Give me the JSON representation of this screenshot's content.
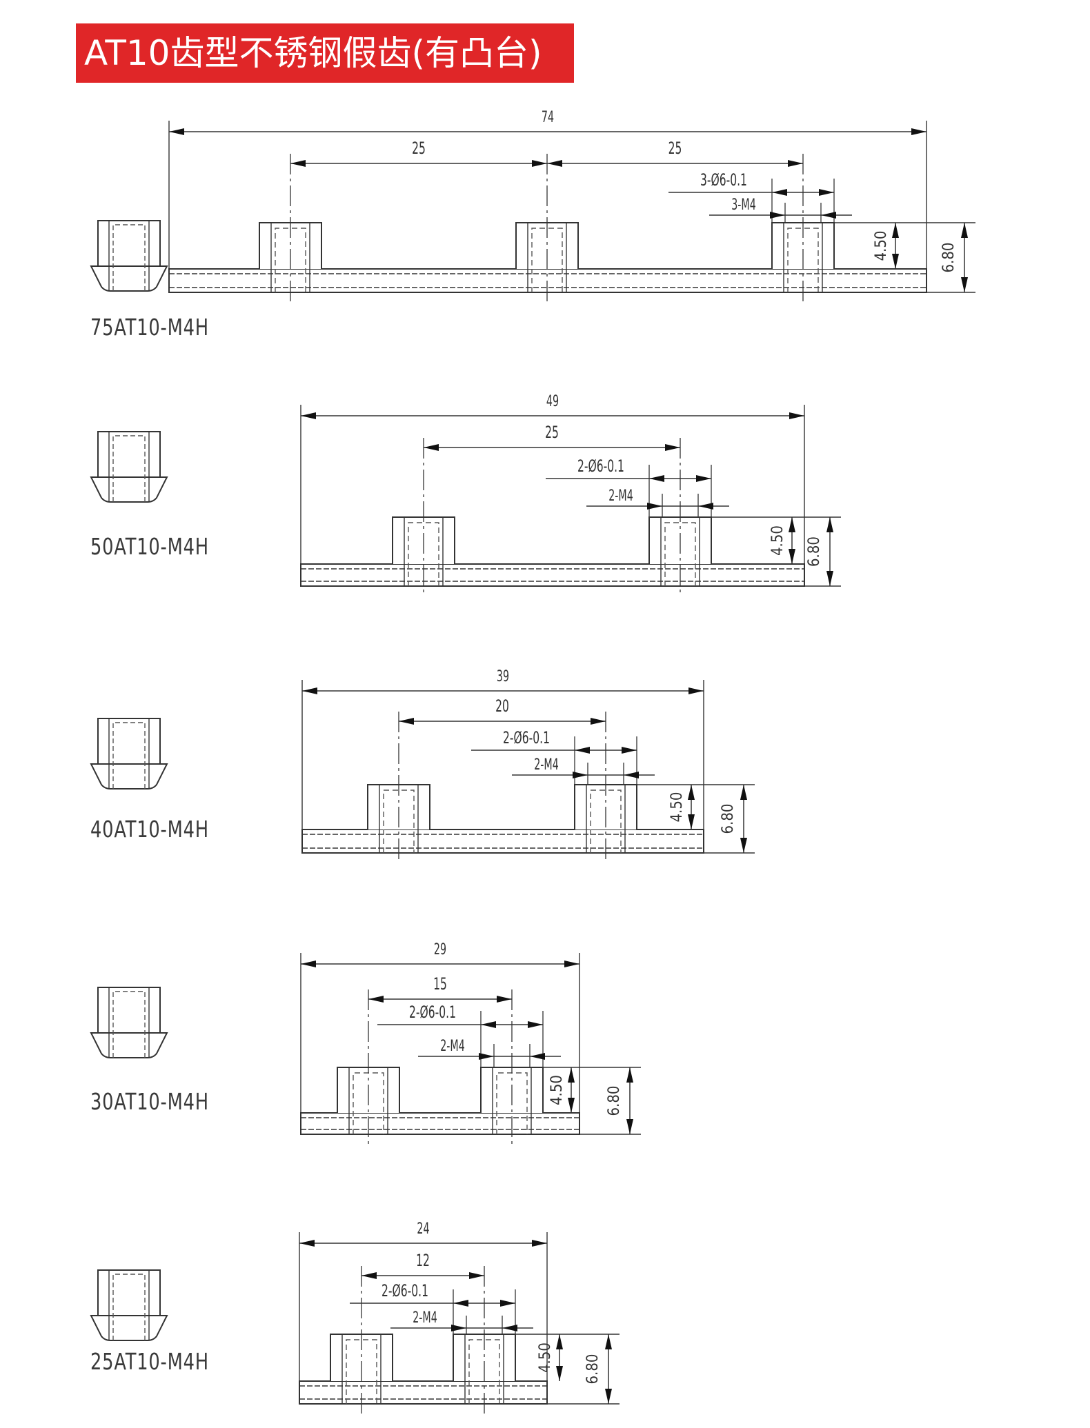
{
  "title": "AT10齿型不锈钢假齿(有凸台)",
  "colors": {
    "title_bg": "#e02628",
    "title_text": "#ffffff",
    "line": "#333333"
  },
  "drawings": [
    {
      "model": "75AT10-M4H",
      "overall_length": "74",
      "pitch_dims": [
        "25",
        "25"
      ],
      "boss_diameter": "3-Ø6-0.1",
      "thread": "3-M4",
      "boss_height": "4.50",
      "total_height": "6.80",
      "boss_count": 3
    },
    {
      "model": "50AT10-M4H",
      "overall_length": "49",
      "pitch_dims": [
        "25"
      ],
      "boss_diameter": "2-Ø6-0.1",
      "thread": "2-M4",
      "boss_height": "4.50",
      "total_height": "6.80",
      "boss_count": 2
    },
    {
      "model": "40AT10-M4H",
      "overall_length": "39",
      "pitch_dims": [
        "20"
      ],
      "boss_diameter": "2-Ø6-0.1",
      "thread": "2-M4",
      "boss_height": "4.50",
      "total_height": "6.80",
      "boss_count": 2
    },
    {
      "model": "30AT10-M4H",
      "overall_length": "29",
      "pitch_dims": [
        "15"
      ],
      "boss_diameter": "2-Ø6-0.1",
      "thread": "2-M4",
      "boss_height": "4.50",
      "total_height": "6.80",
      "boss_count": 2
    },
    {
      "model": "25AT10-M4H",
      "overall_length": "24",
      "pitch_dims": [
        "12"
      ],
      "boss_diameter": "2-Ø6-0.1",
      "thread": "2-M4",
      "boss_height": "4.50",
      "total_height": "6.80",
      "boss_count": 2
    }
  ]
}
